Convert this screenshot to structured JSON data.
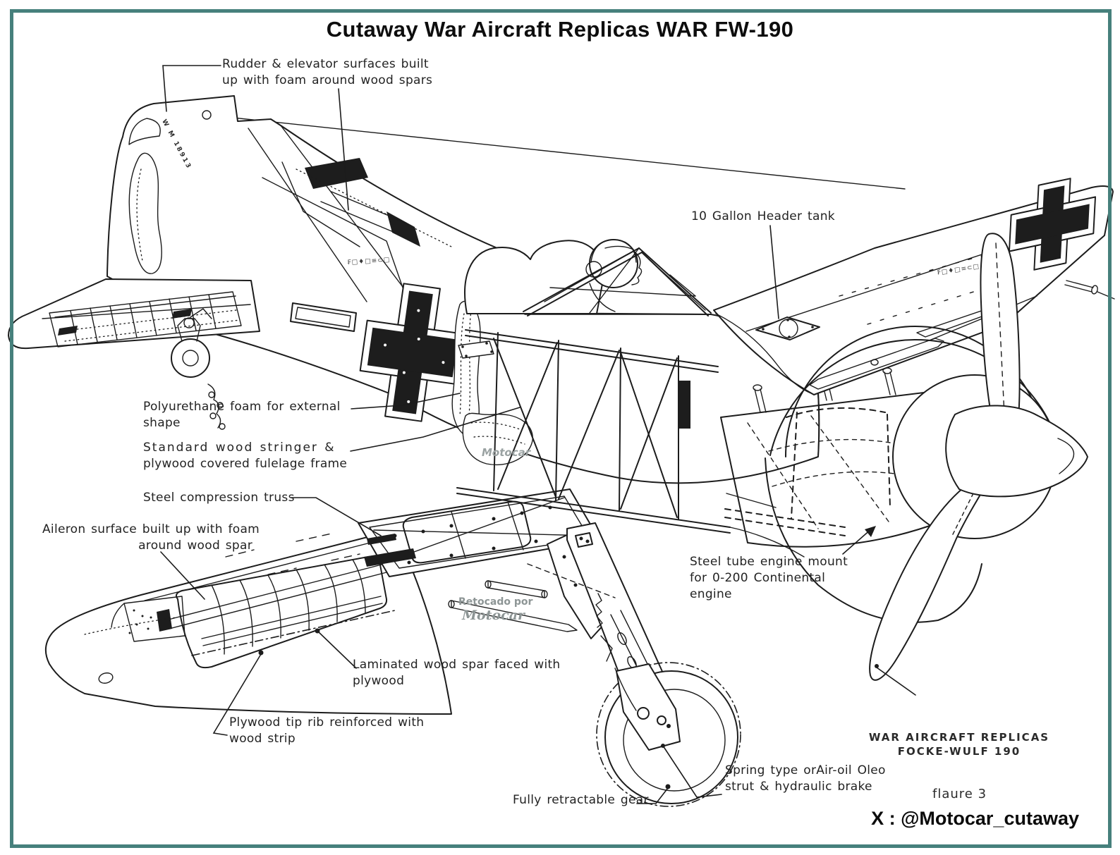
{
  "colors": {
    "frame_border": "#46807c",
    "ink": "#1c1c1c",
    "paper": "#ffffff",
    "watermark": "#959b9b"
  },
  "title": "Cutaway War Aircraft Replicas WAR FW-190",
  "labels": {
    "rudder": {
      "line1": "Rudder & elevator surfaces built",
      "line2": "up with foam around wood spars"
    },
    "header_tank": {
      "line1": "10 Gallon Header tank"
    },
    "poly_foam": {
      "line1": "Polyurethane foam for external",
      "line2": "shape"
    },
    "stringer": {
      "line1": "Standard wood stringer &",
      "line2": "plywood covered fulelage frame"
    },
    "truss": {
      "line1": "Steel compression truss"
    },
    "aileron": {
      "line1": "Aileron surface built up with foam",
      "line2": "around wood spar"
    },
    "engine_mount": {
      "line1": "Steel tube engine mount",
      "line2": "for 0-200 Continental",
      "line3": "engine"
    },
    "laminated": {
      "line1": "Laminated wood spar faced with",
      "line2": "plywood"
    },
    "tip_rib": {
      "line1": "Plywood tip rib reinforced with",
      "line2": "wood strip"
    },
    "oleo": {
      "line1": "Spring type orAir-oil Oleo",
      "line2": "strut & hydraulic brake"
    },
    "gear": {
      "line1": "Fully retractable gear"
    }
  },
  "footer": {
    "brand_line1": "WAR AIRCRAFT REPLICAS",
    "brand_line2": "FOCKE-WULF 190",
    "figure_caption": "flaure 3",
    "social_handle": "X : @Motocar_cutaway"
  },
  "watermarks": {
    "center": "Motocar",
    "retouch_line1": "Retocado por",
    "retouch_line2": "Motocar"
  },
  "markings": {
    "tail_code": "W M 18913",
    "fuselage_stencil": "₣□♦□≡⊂□",
    "wing_stencil": "₣□♦□≡⊂□"
  }
}
